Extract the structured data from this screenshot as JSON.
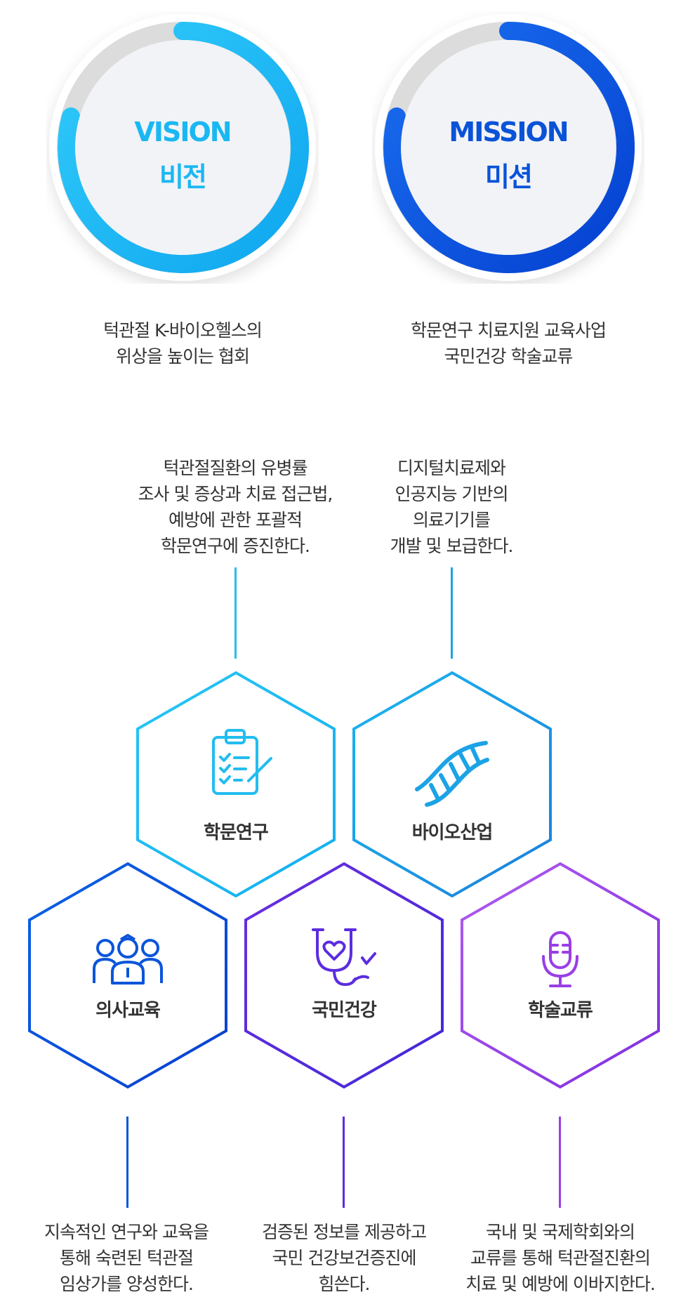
{
  "vision": {
    "title_en": "VISION",
    "title_ko": "비전",
    "description": [
      "턱관절 K-바이오헬스의",
      "위상을 높이는 협회"
    ],
    "color": "#1ab8f2"
  },
  "mission": {
    "title_en": "MISSION",
    "title_ko": "미션",
    "description": [
      "학문연구 치료지원 교육사업",
      "국민건강 학술교류"
    ],
    "color": "#0a53d8"
  },
  "areas": [
    {
      "label": "학문연구",
      "icon": "clipboard-check-icon",
      "color": "#22bdf0",
      "description": [
        "턱관절질환의 유병률",
        "조사 및 증상과 치료 접근법,",
        "예방에 관한 포괄적",
        "학문연구에 증진한다."
      ]
    },
    {
      "label": "바이오산업",
      "icon": "dna-icon",
      "color": "#1ba3e6",
      "description": [
        "디지털치료제와",
        "인공지능 기반의",
        "의료기기를",
        "개발 및 보급한다."
      ]
    },
    {
      "label": "의사교육",
      "icon": "doctors-group-icon",
      "color": "#0b55da",
      "description": [
        "지속적인 연구와 교육을",
        "통해 숙련된 턱관절",
        "임상가를 양성한다."
      ]
    },
    {
      "label": "국민건강",
      "icon": "stethoscope-heart-icon",
      "color": "#5b2ce0",
      "description": [
        "검증된 정보를 제공하고",
        "국민 건강보건증진에",
        "힘쓴다."
      ]
    },
    {
      "label": "학술교류",
      "icon": "microphone-icon",
      "color": "#9a3ee6",
      "description": [
        "국내 및 국제학회와의",
        "교류를 통해 턱관절진환의",
        "치료 및 예방에 이바지한다."
      ]
    }
  ]
}
